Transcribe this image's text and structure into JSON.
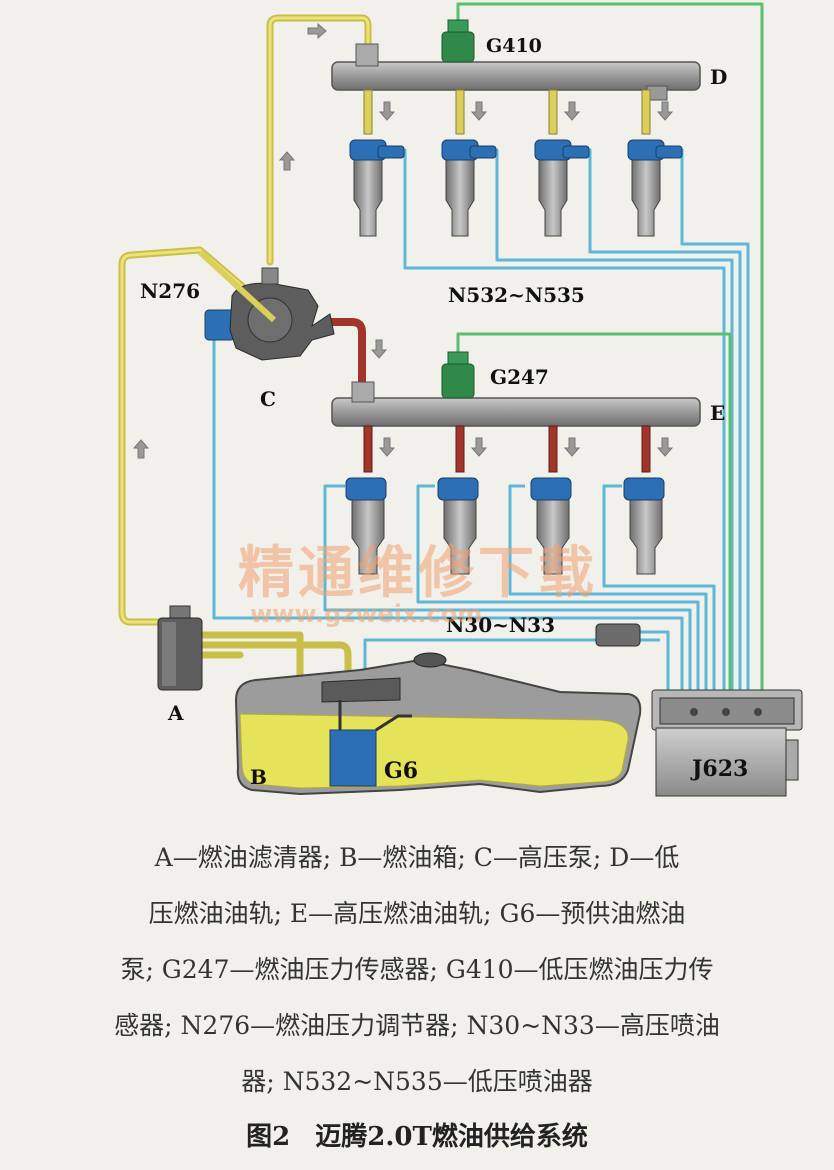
{
  "labels": {
    "A": "A",
    "B": "B",
    "C": "C",
    "D": "D",
    "E": "E",
    "G410": "G410",
    "G247": "G247",
    "G6": "G6",
    "N276": "N276",
    "N532_N535": "N532~N535",
    "N30_N33": "N30~N33",
    "J623": "J623"
  },
  "watermark": {
    "cn": "精通维修下载",
    "url": "www.gzweix.com"
  },
  "caption": {
    "line1": "A—燃油滤清器; B—燃油箱; C—高压泵; D—低",
    "line2": "压燃油油轨; E—高压燃油油轨; G6—预供油燃油",
    "line3": "泵; G247—燃油压力传感器; G410—低压燃油压力传",
    "line4": "感器; N276—燃油压力调节器; N30~N33—高压喷油",
    "line5": "器; N532~N535—低压喷油器"
  },
  "figure": {
    "number": "图2",
    "title": "迈腾2.0T燃油供给系统"
  },
  "colors": {
    "low_pressure_line": "#d9cf5a",
    "high_pressure_line": "#b83a2e",
    "signal_wire": "#5cb8d6",
    "sensor_wire": "#5bbf72",
    "fuel": "#e5e35a",
    "rail": "#8e8e8e",
    "connector": "#2c6fb5",
    "sensor": "#2f8a49",
    "watermark": "#f0a070"
  }
}
